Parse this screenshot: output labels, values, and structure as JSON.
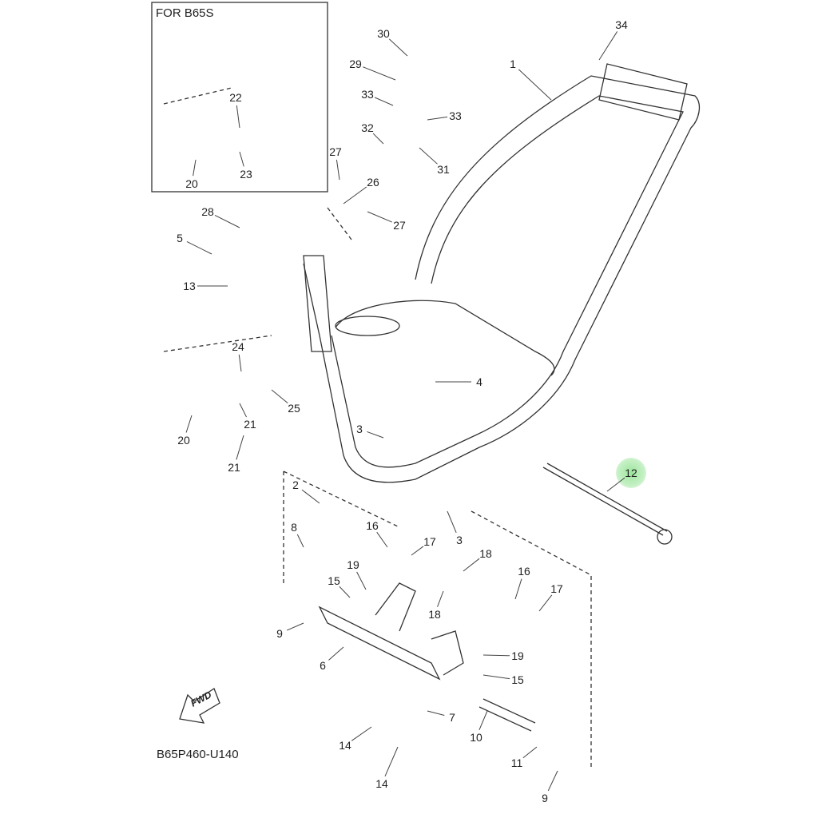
{
  "diagram": {
    "inset_title": "FOR B65S",
    "drawing_code": "B65P460-U140",
    "fwd_label": "FWD",
    "highlight_color": "#9be59b",
    "highlighted_part": "12",
    "callouts": [
      "22",
      "23",
      "20",
      "30",
      "29",
      "33",
      "33",
      "32",
      "31",
      "34",
      "1",
      "27",
      "26",
      "27",
      "28",
      "5",
      "13",
      "24",
      "4",
      "25",
      "21",
      "20",
      "21",
      "3",
      "12",
      "2",
      "3",
      "8",
      "16",
      "17",
      "18",
      "15",
      "19",
      "18",
      "16",
      "17",
      "9",
      "6",
      "19",
      "15",
      "7",
      "10",
      "14",
      "14",
      "11",
      "9"
    ]
  }
}
